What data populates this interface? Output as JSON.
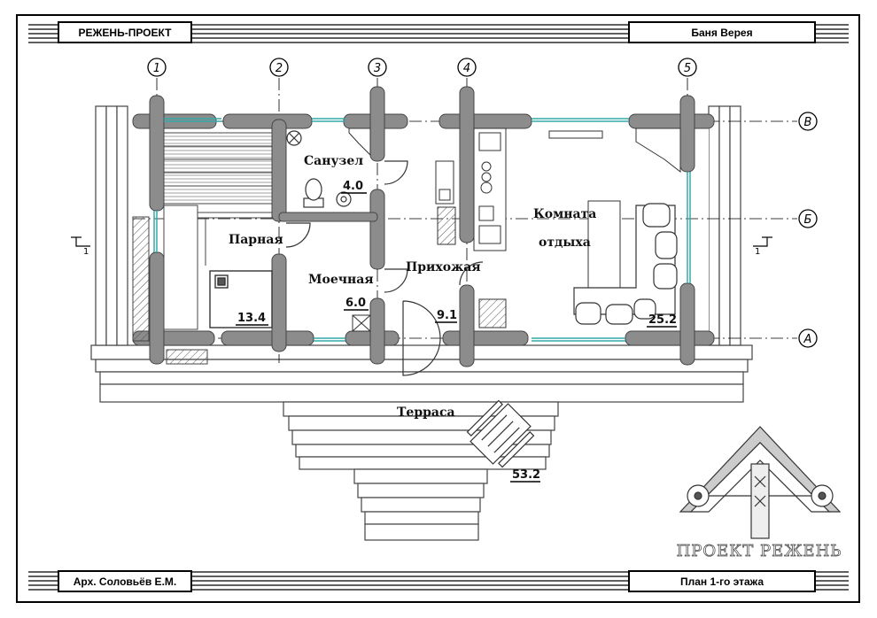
{
  "frame": {
    "company": "РЕЖЕНЬ-ПРОЕКТ",
    "project": "Баня Верея",
    "architect": "Арх.  Соловьёв Е.М.",
    "sheet": "План 1-го этажа"
  },
  "axes": {
    "vertical": [
      "1",
      "2",
      "3",
      "4",
      "5"
    ],
    "horizontal": [
      "В",
      "Б",
      "А"
    ]
  },
  "section_marks": [
    "1",
    "1"
  ],
  "rooms": [
    {
      "id": "parnaya",
      "name": "Парная",
      "area": "13.4"
    },
    {
      "id": "sanuzel",
      "name": "Санузел",
      "area": "4.0"
    },
    {
      "id": "moechnaya",
      "name": "Моечная",
      "area": "6.0"
    },
    {
      "id": "prihozhaya",
      "name": "Прихожая",
      "area": "9.1"
    },
    {
      "id": "komnata",
      "name_line1": "Комната",
      "name_line2": "отдыха",
      "area": "25.2"
    },
    {
      "id": "terrasa",
      "name": "Терраса",
      "area": "53.2"
    }
  ],
  "logo": {
    "text": "ПРОЕКТ РЕЖЕНЬ"
  }
}
